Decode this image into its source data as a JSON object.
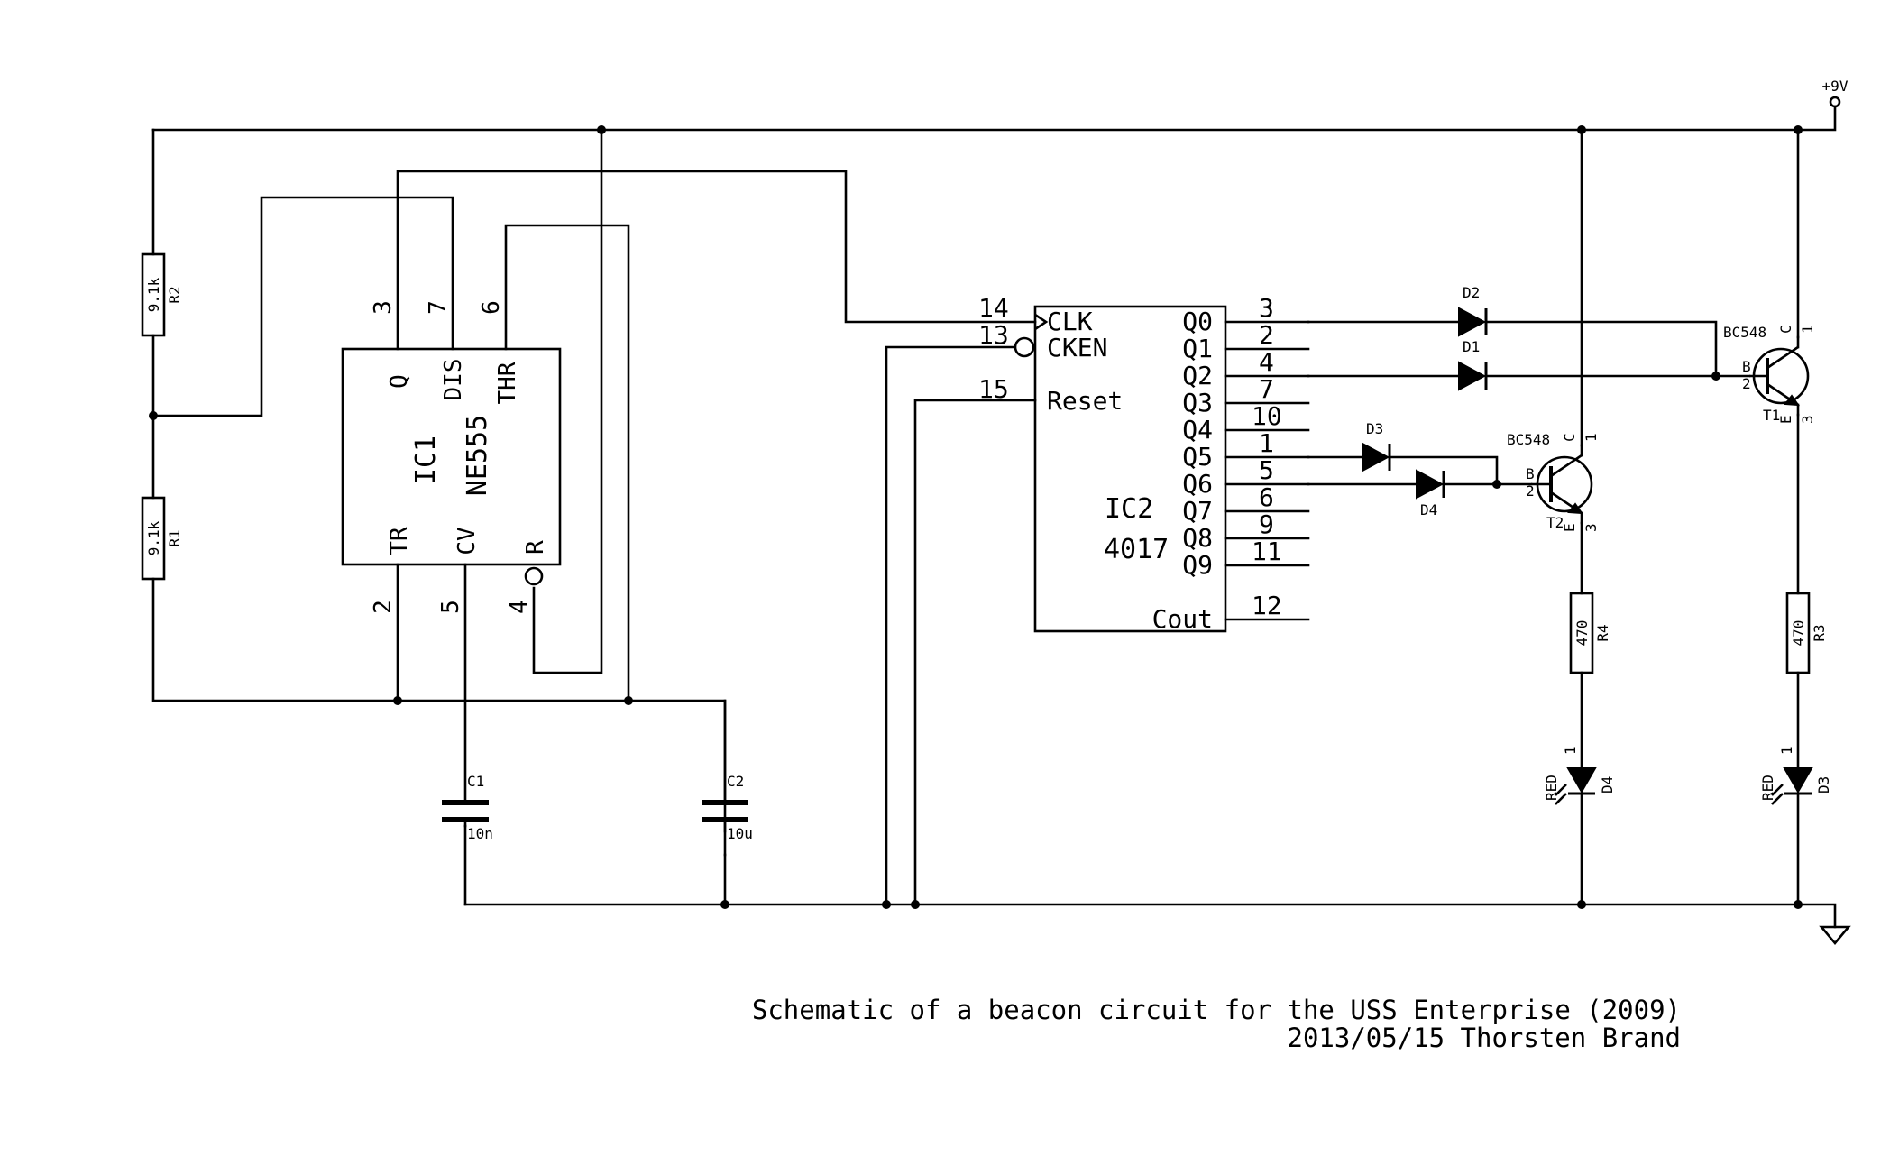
{
  "ic1": {
    "name": "IC1",
    "part": "NE555",
    "pins": {
      "q": "Q",
      "dis": "DIS",
      "thr": "THR",
      "tr": "TR",
      "cv": "CV",
      "r": "R"
    },
    "pin_numbers": {
      "q": "3",
      "dis": "7",
      "thr": "6",
      "tr": "2",
      "cv": "5",
      "r": "4"
    }
  },
  "ic2": {
    "name": "IC2",
    "part": "4017",
    "left_pins": [
      {
        "num": "14",
        "name": "CLK"
      },
      {
        "num": "13",
        "name": "CKEN"
      },
      {
        "num": "15",
        "name": "Reset"
      }
    ],
    "right_pins": [
      {
        "name": "Q0",
        "num": "3"
      },
      {
        "name": "Q1",
        "num": "2"
      },
      {
        "name": "Q2",
        "num": "4"
      },
      {
        "name": "Q3",
        "num": "7"
      },
      {
        "name": "Q4",
        "num": "10"
      },
      {
        "name": "Q5",
        "num": "1"
      },
      {
        "name": "Q6",
        "num": "5"
      },
      {
        "name": "Q7",
        "num": "6"
      },
      {
        "name": "Q8",
        "num": "9"
      },
      {
        "name": "Q9",
        "num": "11"
      }
    ],
    "cout": {
      "name": "Cout",
      "num": "12"
    }
  },
  "resistors": {
    "r1": {
      "ref": "R1",
      "value": "9.1k"
    },
    "r2": {
      "ref": "R2",
      "value": "9.1k"
    },
    "r3": {
      "ref": "R3",
      "value": "470"
    },
    "r4": {
      "ref": "R4",
      "value": "470"
    }
  },
  "capacitors": {
    "c1": {
      "ref": "C1",
      "value": "10n"
    },
    "c2": {
      "ref": "C2",
      "value": "10u"
    }
  },
  "diodes": {
    "d1": "D1",
    "d2": "D2",
    "d3": "D3",
    "d4": "D4"
  },
  "leds": {
    "d3": {
      "ref": "D3",
      "color": "RED",
      "pin": "1"
    },
    "d4": {
      "ref": "D4",
      "color": "RED",
      "pin": "1"
    }
  },
  "transistors": {
    "t1": {
      "ref": "T1",
      "part": "BC548",
      "b": "B",
      "c": "C",
      "e": "E",
      "bnum": "2",
      "cnum": "1",
      "enum": "3"
    },
    "t2": {
      "ref": "T2",
      "part": "BC548",
      "b": "B",
      "c": "C",
      "e": "E",
      "bnum": "2",
      "cnum": "1",
      "enum": "3"
    }
  },
  "power": {
    "vcc": "+9V"
  },
  "caption": {
    "line1": "Schematic of a beacon circuit for the USS Enterprise (2009)",
    "line2": "2013/05/15 Thorsten Brand"
  }
}
